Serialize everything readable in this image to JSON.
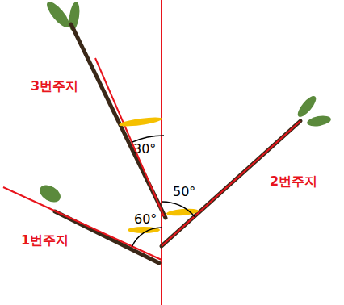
{
  "diagram": {
    "labels": [
      "3번주지",
      "30°",
      "50°",
      "2번주지",
      "60°",
      "1번주지"
    ]
  }
}
